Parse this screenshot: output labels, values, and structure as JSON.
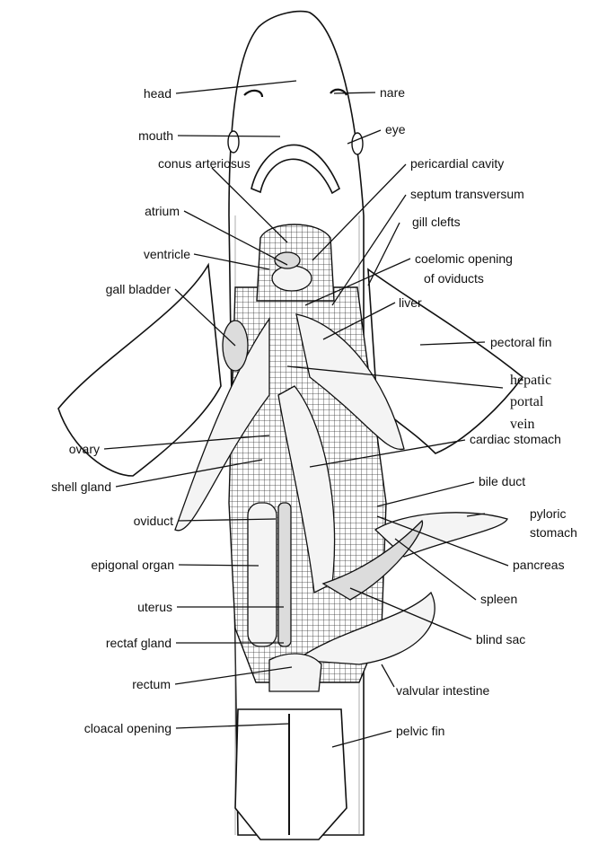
{
  "labels": {
    "head": "head",
    "nare": "nare",
    "mouth": "mouth",
    "eye": "eye",
    "conus_arteriosus": "conus arteriosus",
    "pericardial_cavity": "pericardial cavity",
    "septum_transversum": "septum transversum",
    "atrium": "atrium",
    "gill_clefts": "gill clefts",
    "ventricle": "ventricle",
    "coelomic_opening_line1": "coelomic opening",
    "coelomic_opening_line2": "of oviducts",
    "gall_bladder": "gall bladder",
    "liver": "liver",
    "pectoral_fin": "pectoral fin",
    "hepatic_portal_line1": "hepatic",
    "hepatic_portal_line2": "portal",
    "hepatic_portal_line3": "vein",
    "ovary": "ovary",
    "cardiac_stomach": "cardiac stomach",
    "shell_gland": "shell gland",
    "bile_duct": "bile duct",
    "pyloric_line1": "pyloric",
    "pyloric_line2": "stomach",
    "oviduct": "oviduct",
    "epigonal_organ": "epigonal organ",
    "pancreas": "pancreas",
    "uterus": "uterus",
    "spleen": "spleen",
    "rectal_gland": "rectaf gland",
    "blind_sac": "blind sac",
    "rectum": "rectum",
    "valvular_intestine": "valvular intestine",
    "cloacal_opening": "cloacal opening",
    "pelvic_fin": "pelvic fin"
  }
}
